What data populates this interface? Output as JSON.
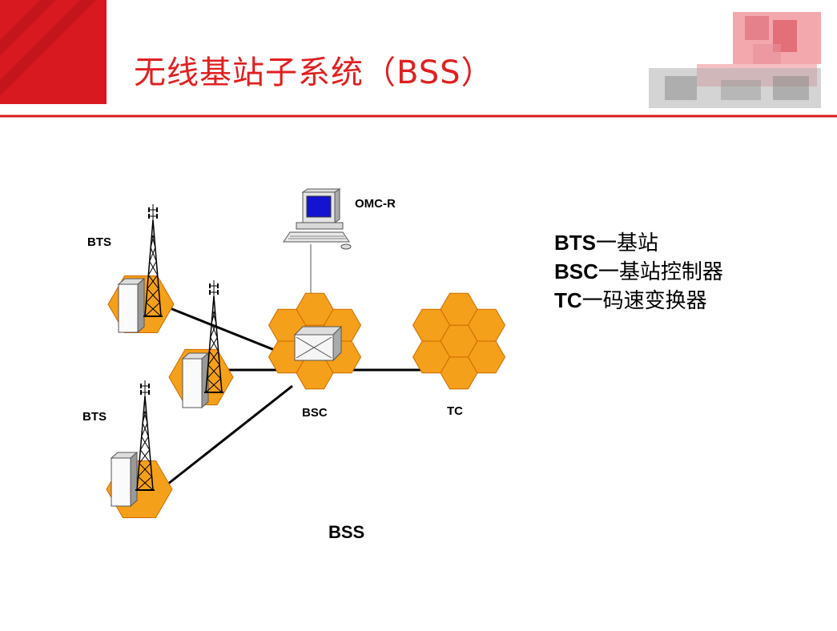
{
  "title": "无线基站子系统（BSS）",
  "colors": {
    "accent_red": "#d8191f",
    "hex_fill": "#f5a01a",
    "hex_stroke": "#d06a00"
  },
  "diagram": {
    "omc_label": "OMC-R",
    "bts_label_top": "BTS",
    "bts_label_bottom": "BTS",
    "bsc_label": "BSC",
    "tc_label": "TC",
    "bss_label": "BSS"
  },
  "legend": [
    {
      "abbr": "BTS",
      "desc": "一基站"
    },
    {
      "abbr": "BSC",
      "desc": "一基站控制器"
    },
    {
      "abbr": "TC",
      "desc": "一码速变换器"
    }
  ]
}
